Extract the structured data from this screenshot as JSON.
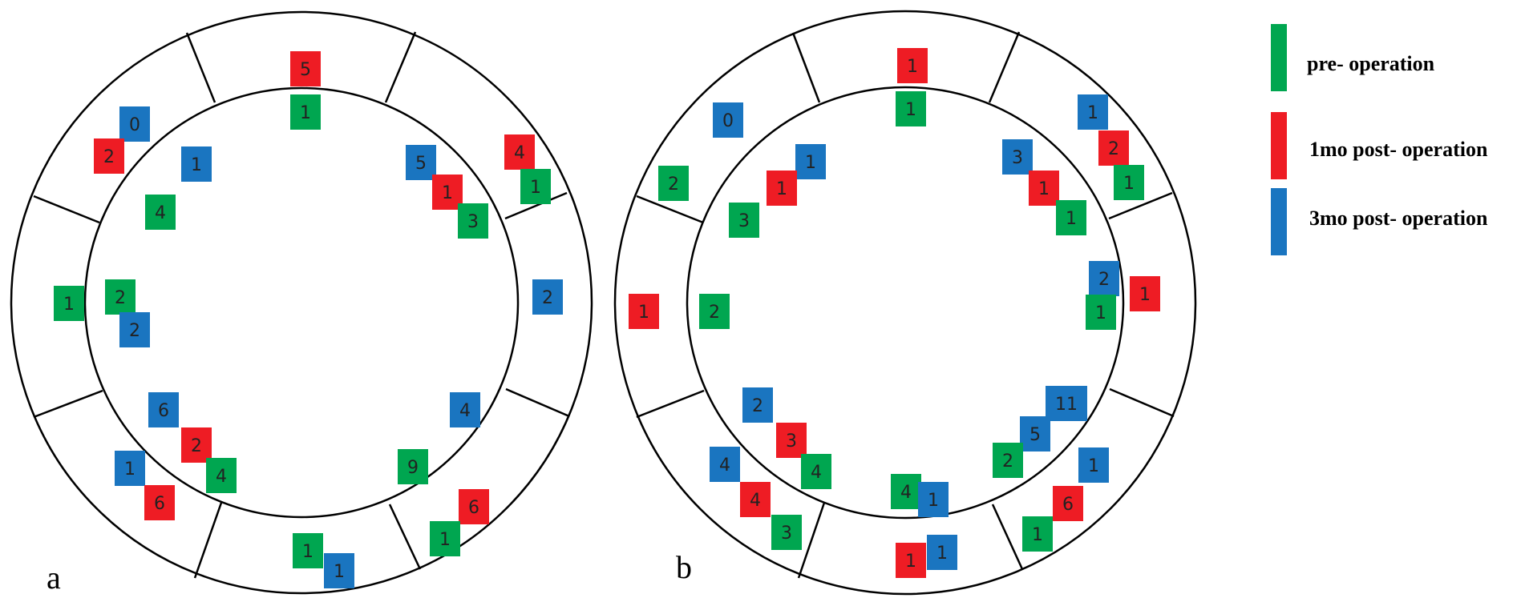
{
  "colors": {
    "pre": "#00a650",
    "mo1": "#ee1c24",
    "mo3": "#1a75c0"
  },
  "legend": [
    {
      "key": "pre",
      "label": "pre- operation"
    },
    {
      "key": "mo1",
      "label": "1mo post- operation"
    },
    {
      "key": "mo3",
      "label": "3mo post- operation"
    }
  ],
  "panels": [
    {
      "label": "a",
      "badges": [
        {
          "v": "5",
          "c": "mo1"
        },
        {
          "v": "1",
          "c": "pre"
        },
        {
          "v": "0",
          "c": "mo3"
        },
        {
          "v": "2",
          "c": "mo1"
        },
        {
          "v": "1",
          "c": "mo3"
        },
        {
          "v": "4",
          "c": "pre"
        },
        {
          "v": "5",
          "c": "mo3"
        },
        {
          "v": "1",
          "c": "mo1"
        },
        {
          "v": "3",
          "c": "pre"
        },
        {
          "v": "4",
          "c": "mo1"
        },
        {
          "v": "1",
          "c": "pre"
        },
        {
          "v": "1",
          "c": "pre"
        },
        {
          "v": "2",
          "c": "pre"
        },
        {
          "v": "2",
          "c": "mo3"
        },
        {
          "v": "2",
          "c": "mo3"
        },
        {
          "v": "6",
          "c": "mo3"
        },
        {
          "v": "2",
          "c": "mo1"
        },
        {
          "v": "4",
          "c": "pre"
        },
        {
          "v": "1",
          "c": "mo3"
        },
        {
          "v": "6",
          "c": "mo1"
        },
        {
          "v": "4",
          "c": "mo3"
        },
        {
          "v": "9",
          "c": "pre"
        },
        {
          "v": "6",
          "c": "mo1"
        },
        {
          "v": "1",
          "c": "pre"
        },
        {
          "v": "1",
          "c": "pre"
        },
        {
          "v": "1",
          "c": "mo3"
        }
      ]
    },
    {
      "label": "b",
      "badges": [
        {
          "v": "1",
          "c": "mo1"
        },
        {
          "v": "1",
          "c": "pre"
        },
        {
          "v": "0",
          "c": "mo3"
        },
        {
          "v": "2",
          "c": "pre"
        },
        {
          "v": "1",
          "c": "mo3"
        },
        {
          "v": "1",
          "c": "mo1"
        },
        {
          "v": "3",
          "c": "pre"
        },
        {
          "v": "3",
          "c": "mo3"
        },
        {
          "v": "1",
          "c": "mo1"
        },
        {
          "v": "1",
          "c": "pre"
        },
        {
          "v": "1",
          "c": "mo3"
        },
        {
          "v": "2",
          "c": "mo1"
        },
        {
          "v": "1",
          "c": "pre"
        },
        {
          "v": "1",
          "c": "mo1"
        },
        {
          "v": "2",
          "c": "pre"
        },
        {
          "v": "2",
          "c": "mo3"
        },
        {
          "v": "1",
          "c": "pre"
        },
        {
          "v": "1",
          "c": "mo1"
        },
        {
          "v": "2",
          "c": "mo3"
        },
        {
          "v": "3",
          "c": "mo1"
        },
        {
          "v": "4",
          "c": "pre"
        },
        {
          "v": "4",
          "c": "mo3"
        },
        {
          "v": "4",
          "c": "mo1"
        },
        {
          "v": "3",
          "c": "pre"
        },
        {
          "v": "4",
          "c": "pre"
        },
        {
          "v": "1",
          "c": "mo3"
        },
        {
          "v": "1",
          "c": "mo1"
        },
        {
          "v": "1",
          "c": "mo3"
        },
        {
          "v": "11",
          "c": "mo3"
        },
        {
          "v": "5",
          "c": "mo3"
        },
        {
          "v": "2",
          "c": "pre"
        },
        {
          "v": "1",
          "c": "mo3"
        },
        {
          "v": "6",
          "c": "mo1"
        },
        {
          "v": "1",
          "c": "pre"
        }
      ]
    }
  ]
}
